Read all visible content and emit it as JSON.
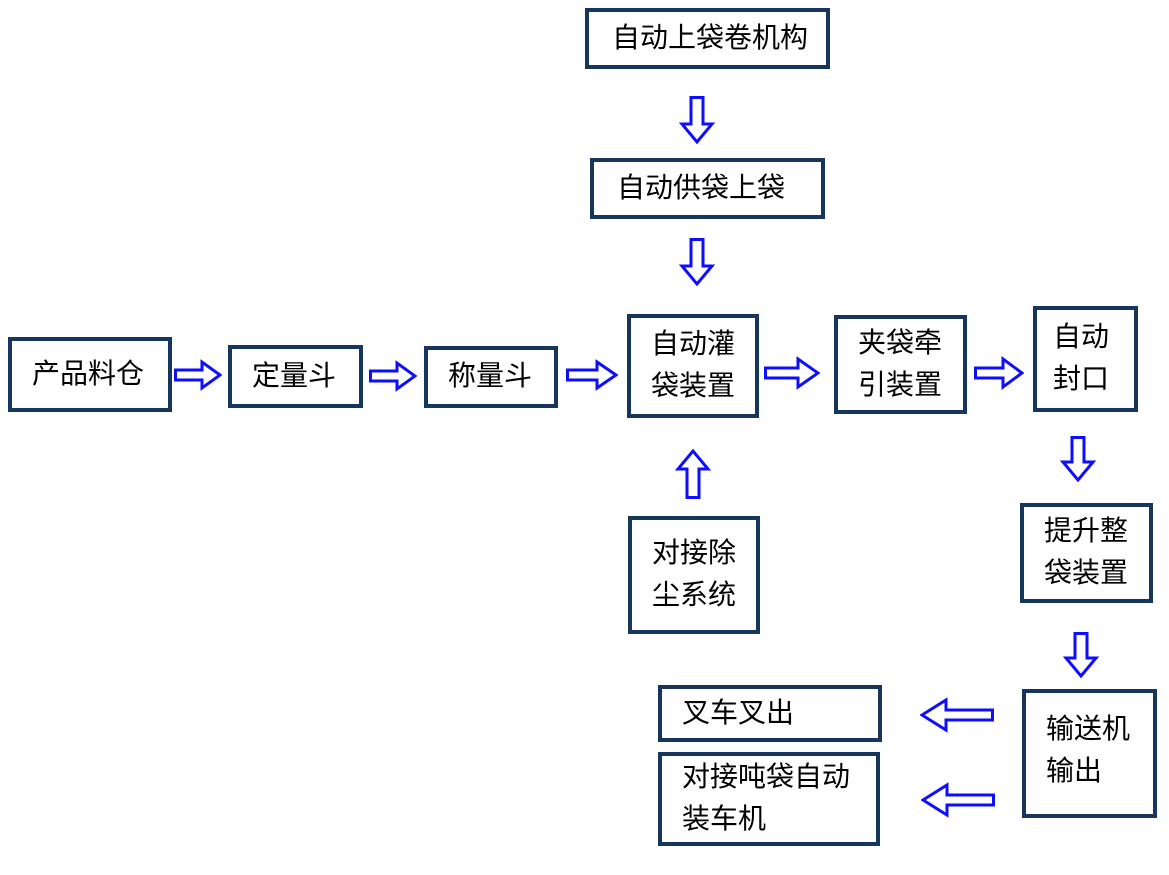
{
  "diagram": {
    "title": "bag packing line flow diagram",
    "colors": {
      "box_border": "#17365D",
      "arrow": "#0E0EFF",
      "text": "#000000",
      "background": "#FFFFFF"
    },
    "icons": {
      "arrow_right": "hollow right block arrow",
      "arrow_left": "hollow left block arrow",
      "arrow_up": "hollow up block arrow",
      "arrow_down": "hollow down block arrow"
    },
    "nodes": {
      "bag_roll_mechanism": {
        "label": "自动上袋卷机构"
      },
      "bag_supply": {
        "label": "自动供袋上袋"
      },
      "product_silo": {
        "label": "产品料仓"
      },
      "dosing_hopper": {
        "label": "定量斗"
      },
      "weighing_hopper": {
        "label": "称量斗"
      },
      "bag_filling": {
        "line1": "自动灌",
        "line2": "袋装置"
      },
      "bag_clamping": {
        "line1": "夹袋牵",
        "line2": "引装置"
      },
      "auto_sealing": {
        "line1": "自动",
        "line2": "封口"
      },
      "dust_removal": {
        "line1": "对接除",
        "line2": "尘系统"
      },
      "bag_lifting": {
        "line1": "提升整",
        "line2": "袋装置"
      },
      "conveyor_output": {
        "line1": "输送机",
        "line2": "输出"
      },
      "forklift_out": {
        "label": "叉车叉出"
      },
      "truck_loader": {
        "line1": "对接吨袋自动",
        "line2": "装车机"
      }
    }
  }
}
